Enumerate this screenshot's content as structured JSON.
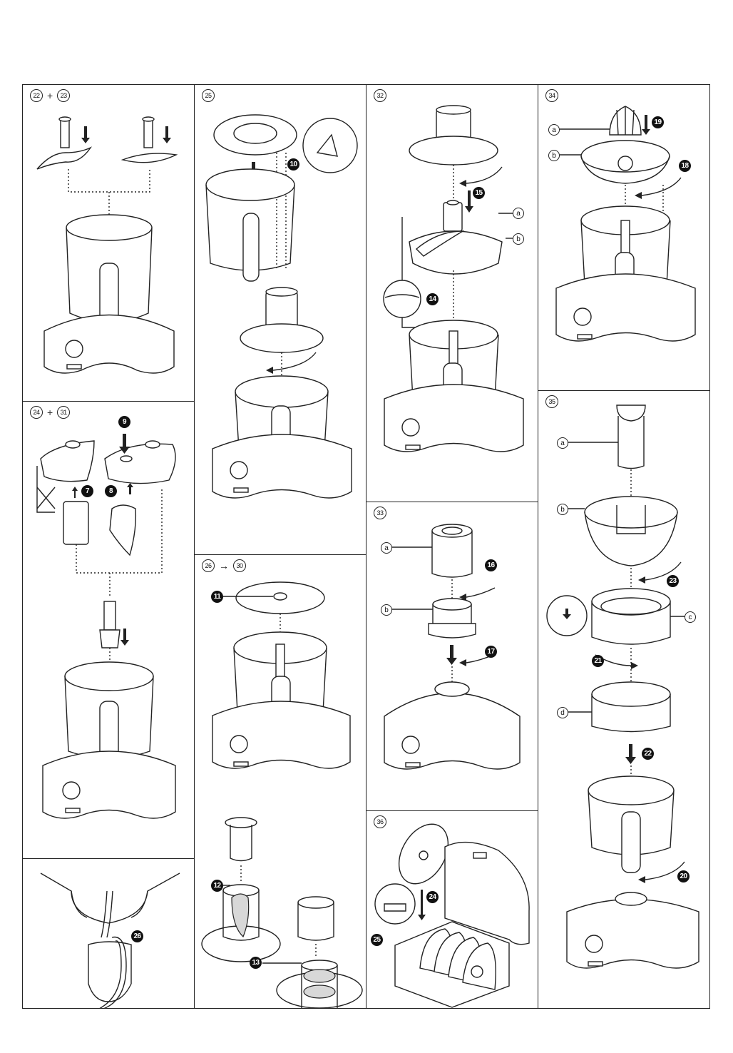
{
  "document": {
    "type": "food processor assembly illustrations",
    "panels": [
      {
        "id": "p1",
        "label_parts": [
          "22",
          "+",
          "23"
        ],
        "callouts": []
      },
      {
        "id": "p2",
        "label_parts": [
          "25"
        ],
        "callouts": [
          "10"
        ]
      },
      {
        "id": "p3",
        "label_parts": [
          "32"
        ],
        "callouts": [
          "15",
          "14"
        ],
        "letters": [
          "a",
          "b"
        ]
      },
      {
        "id": "p4",
        "label_parts": [
          "34"
        ],
        "callouts": [
          "19",
          "18"
        ],
        "letters": [
          "a",
          "b"
        ]
      },
      {
        "id": "p5",
        "label_parts": [
          "24",
          "+",
          "31"
        ],
        "callouts": [
          "9",
          "7",
          "8"
        ]
      },
      {
        "id": "p6",
        "label_parts": [
          "26",
          "→",
          "30"
        ],
        "callouts": [
          "11",
          "12",
          "13"
        ]
      },
      {
        "id": "p7",
        "label_parts": [
          "33"
        ],
        "callouts": [
          "16",
          "17"
        ],
        "letters": [
          "a",
          "b"
        ]
      },
      {
        "id": "p8",
        "label_parts": [
          "35"
        ],
        "callouts": [
          "23",
          "21",
          "22",
          "20"
        ],
        "letters": [
          "a",
          "b",
          "c",
          "d"
        ]
      },
      {
        "id": "p9",
        "label_parts": [],
        "callouts": [
          "26"
        ]
      },
      {
        "id": "p10",
        "label_parts": [
          "36"
        ],
        "callouts": [
          "24",
          "25"
        ]
      }
    ]
  },
  "labels": {
    "p1": {
      "a": "22",
      "op": "+",
      "b": "23"
    },
    "p2": {
      "a": "25"
    },
    "p3": {
      "a": "32"
    },
    "p4": {
      "a": "34"
    },
    "p5": {
      "a": "24",
      "op": "+",
      "b": "31"
    },
    "p6": {
      "a": "26",
      "op": "→",
      "b": "30"
    },
    "p7": {
      "a": "33"
    },
    "p8": {
      "a": "35"
    },
    "p10": {
      "a": "36"
    }
  },
  "callouts": {
    "c7": "7",
    "c8": "8",
    "c9": "9",
    "c10": "10",
    "c11": "11",
    "c12": "12",
    "c13": "13",
    "c14": "14",
    "c15": "15",
    "c16": "16",
    "c17": "17",
    "c18": "18",
    "c19": "19",
    "c20": "20",
    "c21": "21",
    "c22": "22",
    "c23": "23",
    "c24": "24",
    "c25": "25",
    "c26": "26"
  },
  "letters": {
    "a": "a",
    "b": "b",
    "c": "c",
    "d": "d"
  }
}
